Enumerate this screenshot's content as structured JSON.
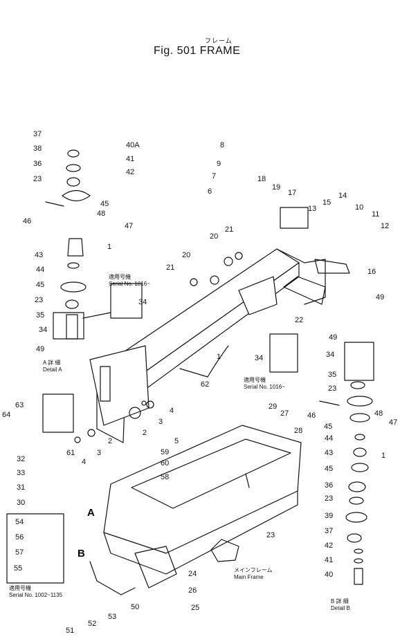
{
  "title_jp": "フレーム",
  "title": "Fig. 501 FRAME",
  "detail_a": {
    "jp": "A 詳 細",
    "en": "Detail A"
  },
  "detail_b": {
    "jp": "B 詳 細",
    "en": "Detail B"
  },
  "serial_1016_top": {
    "jp": "適用号機",
    "en": "Serial No. 1016~"
  },
  "serial_1016_right": {
    "jp": "適用号機",
    "en": "Serial No. 1016~"
  },
  "serial_1002": {
    "jp": "適用号機",
    "en": "Serial No. 1002~1135"
  },
  "main_frame": {
    "jp": "メインフレーム",
    "en": "Main Frame"
  },
  "view_labels": {
    "a": "A",
    "b": "B"
  },
  "callouts": [
    {
      "label": "37"
    },
    {
      "label": "38"
    },
    {
      "label": "36"
    },
    {
      "label": "23"
    },
    {
      "label": "46"
    },
    {
      "label": "45"
    },
    {
      "label": "48"
    },
    {
      "label": "47"
    },
    {
      "label": "1"
    },
    {
      "label": "43"
    },
    {
      "label": "44"
    },
    {
      "label": "45"
    },
    {
      "label": "23"
    },
    {
      "label": "35"
    },
    {
      "label": "34"
    },
    {
      "label": "49"
    },
    {
      "label": "40A"
    },
    {
      "label": "41"
    },
    {
      "label": "42"
    },
    {
      "label": "34"
    },
    {
      "label": "8"
    },
    {
      "label": "9"
    },
    {
      "label": "7"
    },
    {
      "label": "6"
    },
    {
      "label": "18"
    },
    {
      "label": "19"
    },
    {
      "label": "17"
    },
    {
      "label": "14"
    },
    {
      "label": "15"
    },
    {
      "label": "13"
    },
    {
      "label": "10"
    },
    {
      "label": "11"
    },
    {
      "label": "12"
    },
    {
      "label": "21"
    },
    {
      "label": "20"
    },
    {
      "label": "20"
    },
    {
      "label": "21"
    },
    {
      "label": "16"
    },
    {
      "label": "49"
    },
    {
      "label": "22"
    },
    {
      "label": "1"
    },
    {
      "label": "62"
    },
    {
      "label": "49"
    },
    {
      "label": "34"
    },
    {
      "label": "34"
    },
    {
      "label": "35"
    },
    {
      "label": "23"
    },
    {
      "label": "46"
    },
    {
      "label": "45"
    },
    {
      "label": "48"
    },
    {
      "label": "47"
    },
    {
      "label": "44"
    },
    {
      "label": "43"
    },
    {
      "label": "1"
    },
    {
      "label": "45"
    },
    {
      "label": "36"
    },
    {
      "label": "23"
    },
    {
      "label": "39"
    },
    {
      "label": "37"
    },
    {
      "label": "42"
    },
    {
      "label": "41"
    },
    {
      "label": "40"
    },
    {
      "label": "63"
    },
    {
      "label": "64"
    },
    {
      "label": "61"
    },
    {
      "label": "4"
    },
    {
      "label": "3"
    },
    {
      "label": "2"
    },
    {
      "label": "5"
    },
    {
      "label": "2"
    },
    {
      "label": "3"
    },
    {
      "label": "4"
    },
    {
      "label": "29"
    },
    {
      "label": "27"
    },
    {
      "label": "28"
    },
    {
      "label": "59"
    },
    {
      "label": "60"
    },
    {
      "label": "58"
    },
    {
      "label": "32"
    },
    {
      "label": "33"
    },
    {
      "label": "31"
    },
    {
      "label": "30"
    },
    {
      "label": "54"
    },
    {
      "label": "56"
    },
    {
      "label": "57"
    },
    {
      "label": "55"
    },
    {
      "label": "23"
    },
    {
      "label": "24"
    },
    {
      "label": "26"
    },
    {
      "label": "25"
    },
    {
      "label": "50"
    },
    {
      "label": "53"
    },
    {
      "label": "52"
    },
    {
      "label": "51"
    }
  ]
}
